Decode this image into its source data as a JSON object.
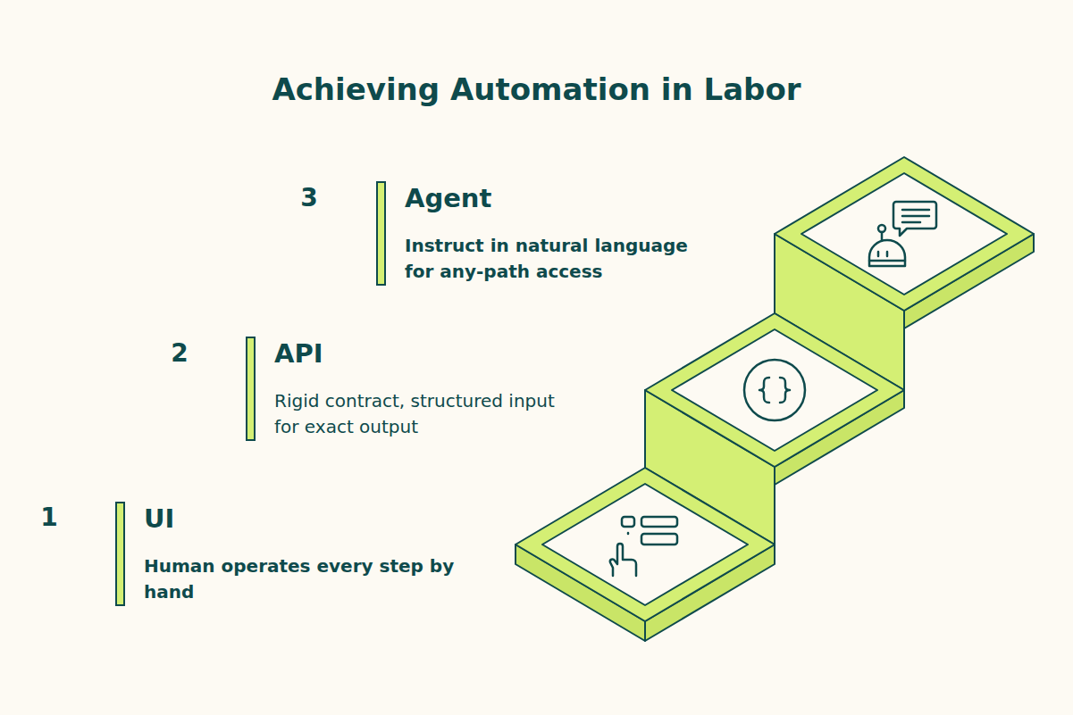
{
  "diagram": {
    "title": "Achieving Automation in Labor",
    "nodes": [
      {
        "text": [
          "Agent",
          "Instruct in natural language for any-path access"
        ]
      },
      {
        "text": [
          "API",
          "Rigid contract, structured input for exact output"
        ]
      },
      {
        "text": [
          "UI",
          "Human operates every step by hand"
        ]
      }
    ],
    "labels": [
      "3",
      "2",
      "1"
    ]
  }
}
